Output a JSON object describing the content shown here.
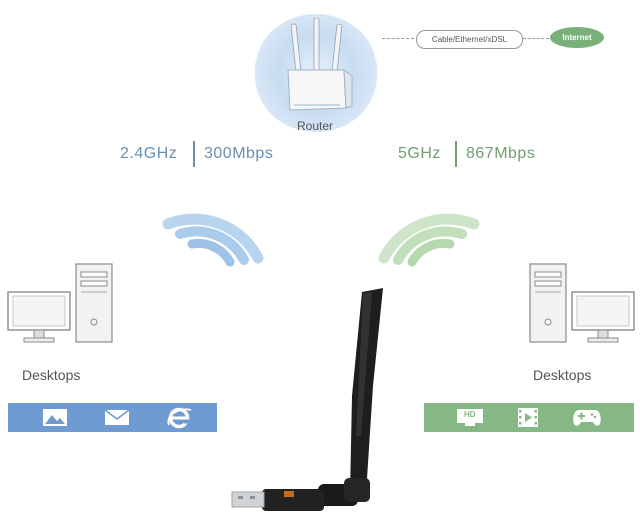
{
  "router": {
    "label": "Router"
  },
  "connection": {
    "medium": "Cable/Ethernet/xDSL",
    "internet": "Internet"
  },
  "bands": {
    "left": {
      "frequency": "2.4GHz",
      "speed": "300Mbps",
      "color": "#6a8eb0"
    },
    "right": {
      "frequency": "5GHz",
      "speed": "867Mbps",
      "color": "#6fa06f"
    }
  },
  "desktops": {
    "left_label": "Desktops",
    "right_label": "Desktops"
  },
  "left_bar": {
    "color": "#6f9bd3",
    "icons": [
      "picture-icon",
      "mail-icon",
      "browser-icon"
    ]
  },
  "right_bar": {
    "color": "#86b886",
    "icons": [
      "hd-video-icon",
      "film-icon",
      "gamepad-icon"
    ],
    "hd_text": "HD"
  }
}
